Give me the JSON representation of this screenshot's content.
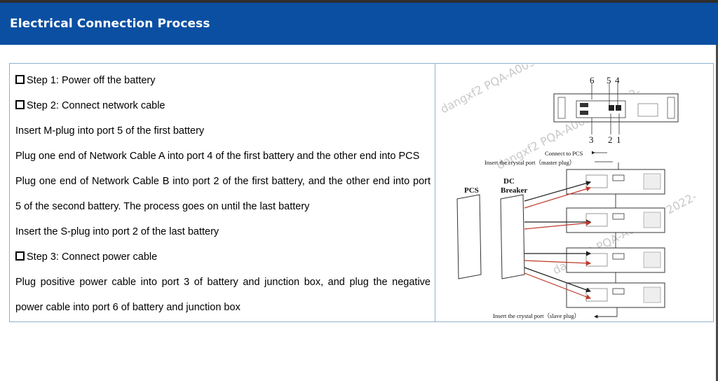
{
  "header": {
    "title": "Electrical Connection Process"
  },
  "steps": [
    {
      "text": "Step 1: Power off the battery",
      "checkbox": true
    },
    {
      "text": "Step 2: Connect network cable",
      "checkbox": true
    },
    {
      "text": "Insert M-plug into port 5 of the first battery",
      "checkbox": false
    },
    {
      "text": "Plug one end of Network Cable A into port 4 of the first battery and the other end into PCS",
      "checkbox": false
    },
    {
      "text": "Plug one end of Network Cable B into port 2 of the first battery, and the other end into port",
      "checkbox": false
    },
    {
      "text": "5 of the second battery. The process goes on until the last battery",
      "checkbox": false
    },
    {
      "text": "Insert the S-plug into port 2 of the last battery",
      "checkbox": false
    },
    {
      "text": "Step 3: Connect power cable",
      "checkbox": true
    },
    {
      "text": "Plug positive power cable into port 3 of battery and junction box, and plug the negative",
      "checkbox": false
    },
    {
      "text": "power cable into port 6 of battery and junction box",
      "checkbox": false
    }
  ],
  "diagram": {
    "port_numbers_top": [
      "6",
      "5",
      "4"
    ],
    "port_numbers_bottom": [
      "3",
      "2",
      "1"
    ],
    "connect_to_pcs": "Connect to PCS",
    "master_plug": "Insert the crystal port（master plug）",
    "slave_plug": "Insert the crystal port（slave plug）",
    "pcs_label": "PCS",
    "dc_label": "DC",
    "breaker_label": "Breaker",
    "watermark": "dangxf2 PQA-A0038-N 2022-"
  }
}
